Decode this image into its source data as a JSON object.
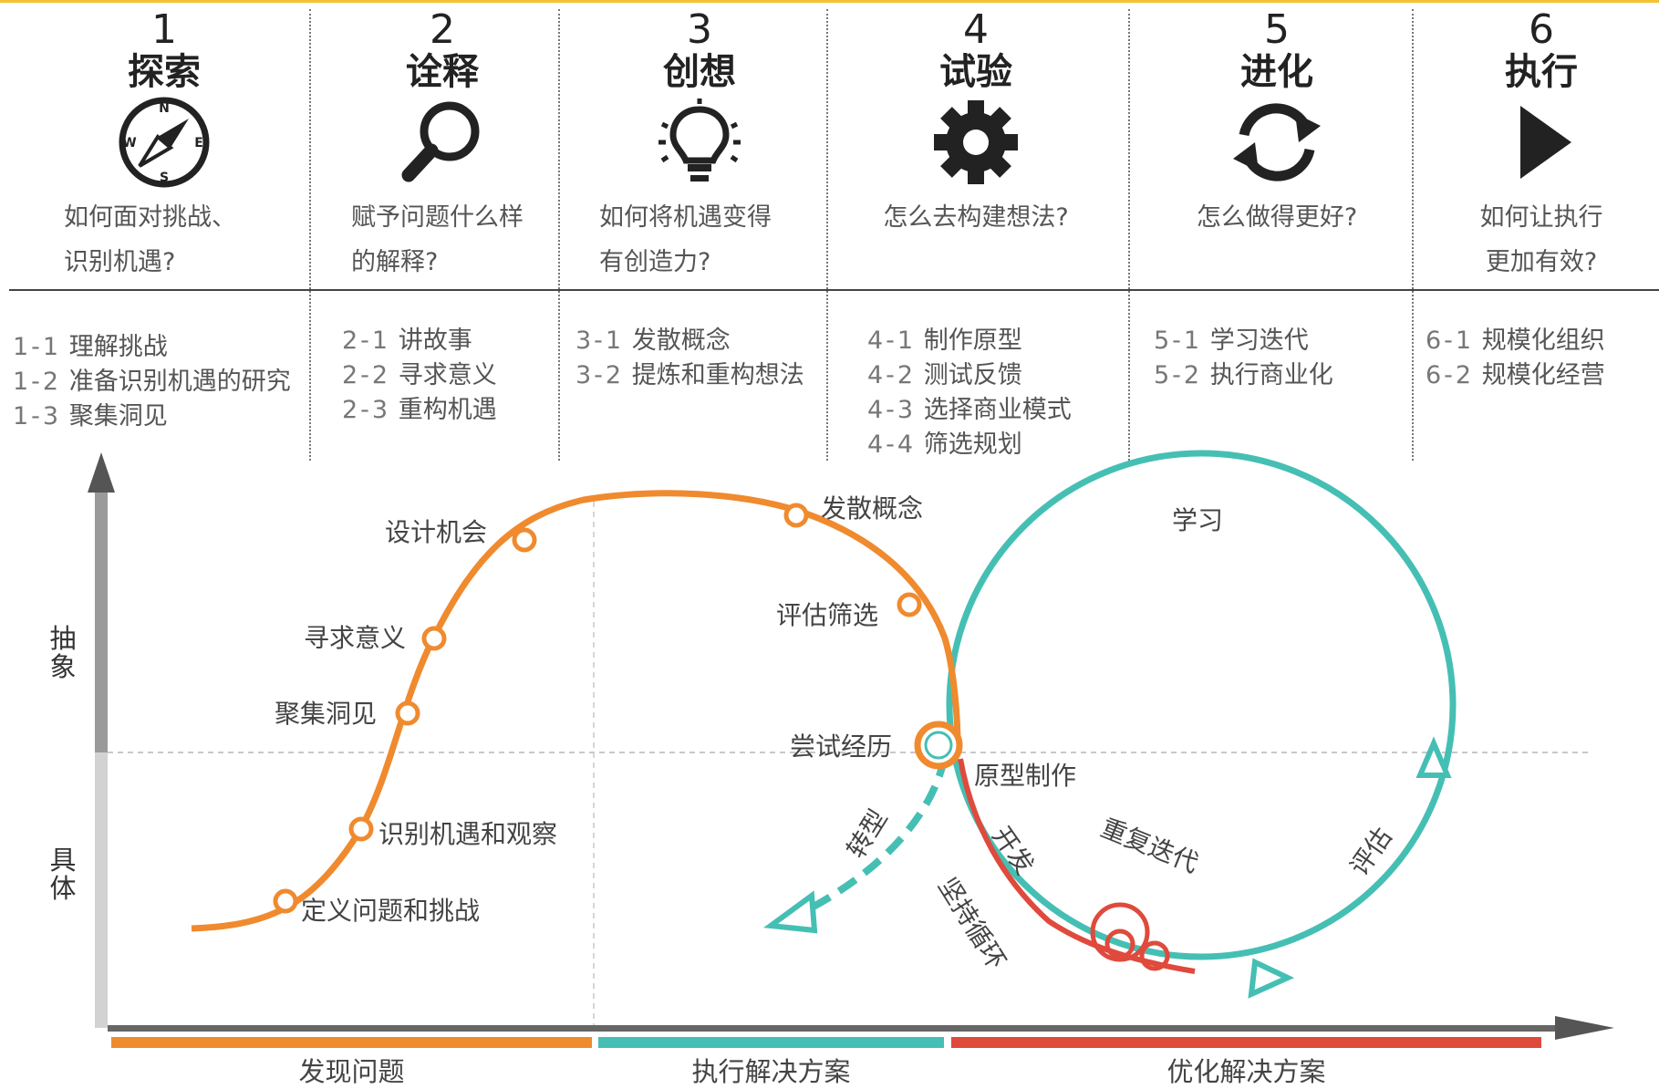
{
  "columns": [
    {
      "num": "1",
      "title": "探索",
      "icon": "compass-icon",
      "q1": "如何面对挑战、",
      "q2": "识别机遇?",
      "items": [
        {
          "code": "1-1",
          "text": "理解挑战"
        },
        {
          "code": "1-2",
          "text": "准备识别机遇的研究"
        },
        {
          "code": "1-3",
          "text": "聚集洞见"
        }
      ]
    },
    {
      "num": "2",
      "title": "诠释",
      "icon": "magnifier-icon",
      "q1": "赋予问题什么样",
      "q2": "的解释?",
      "items": [
        {
          "code": "2-1",
          "text": "讲故事"
        },
        {
          "code": "2-2",
          "text": "寻求意义"
        },
        {
          "code": "2-3",
          "text": "重构机遇"
        }
      ]
    },
    {
      "num": "3",
      "title": "创想",
      "icon": "lightbulb-icon",
      "q1": "如何将机遇变得",
      "q2": "有创造力?",
      "items": [
        {
          "code": "3-1",
          "text": "发散概念"
        },
        {
          "code": "3-2",
          "text": "提炼和重构想法"
        }
      ]
    },
    {
      "num": "4",
      "title": "试验",
      "icon": "gear-icon",
      "q1": "怎么去构建想法?",
      "q2": "",
      "items": [
        {
          "code": "4-1",
          "text": "制作原型"
        },
        {
          "code": "4-2",
          "text": "测试反馈"
        },
        {
          "code": "4-3",
          "text": "选择商业模式"
        },
        {
          "code": "4-4",
          "text": "筛选规划"
        }
      ]
    },
    {
      "num": "5",
      "title": "进化",
      "icon": "cycle-arrows-icon",
      "q1": "怎么做得更好?",
      "q2": "",
      "items": [
        {
          "code": "5-1",
          "text": "学习迭代"
        },
        {
          "code": "5-2",
          "text": "执行商业化"
        }
      ]
    },
    {
      "num": "6",
      "title": "执行",
      "icon": "play-icon",
      "q1": "如何让执行",
      "q2": "更加有效?",
      "items": [
        {
          "code": "6-1",
          "text": "规模化组织"
        },
        {
          "code": "6-2",
          "text": "规模化经营"
        }
      ]
    }
  ],
  "axis": {
    "abstract": "抽象",
    "concrete": "具体"
  },
  "curve_labels": {
    "define": "定义问题和挑战",
    "identify": "识别机遇和观察",
    "insight": "聚集洞见",
    "meaning": "寻求意义",
    "design": "设计机会",
    "diverge": "发散概念",
    "evaluate_filter": "评估筛选",
    "try": "尝试经历",
    "prototype": "原型制作",
    "learn": "学习",
    "transform": "转型",
    "develop": "开发",
    "iterate": "重复迭代",
    "evaluate": "评估",
    "persist": "坚持循环"
  },
  "phases": [
    {
      "label": "发现问题",
      "color": "#f08a2e"
    },
    {
      "label": "执行解决方案",
      "color": "#45bfb4"
    },
    {
      "label": "优化解决方案",
      "color": "#df4a3c"
    }
  ],
  "colors": {
    "orange": "#f08a2e",
    "teal": "#45bfb4",
    "red": "#df4a3c",
    "axis": "#555555"
  }
}
